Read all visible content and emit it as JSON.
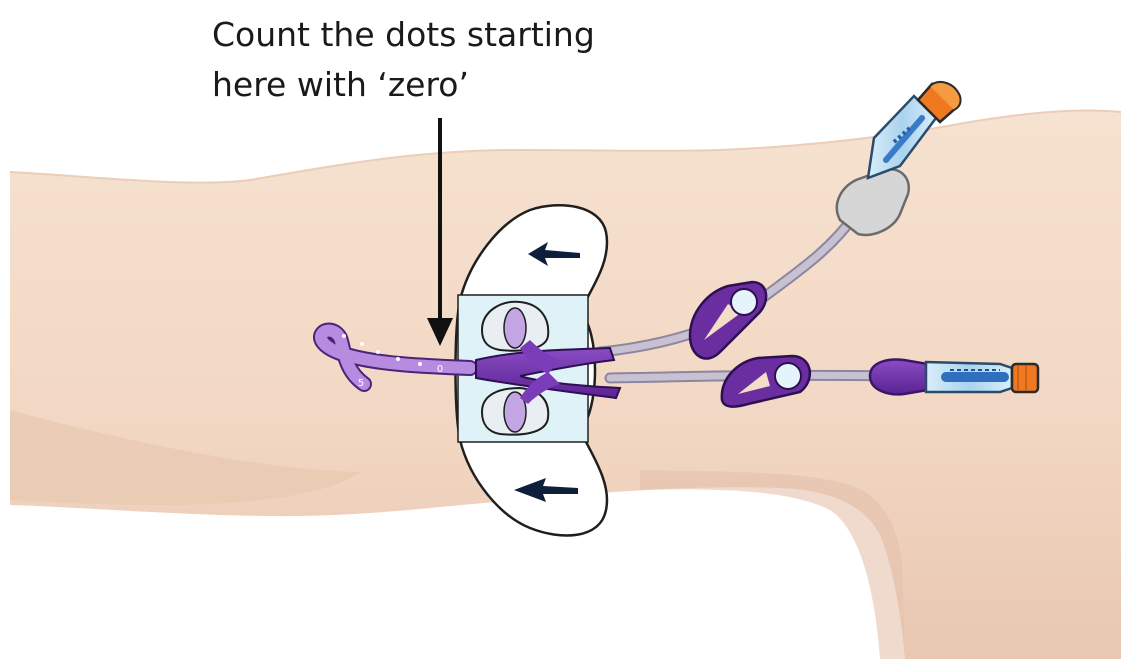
{
  "caption": {
    "line1": "Count the dots starting",
    "line2": "here with ‘zero’"
  },
  "catheter_marks": {
    "zero_mark": "0",
    "five_mark": "5"
  },
  "colors": {
    "skin": "#f3dcc8",
    "skin_shadow": "#e8c8b2",
    "catheter_purple": "#6a2ea0",
    "catheter_light": "#b68be0",
    "tubing": "#b9b3c4",
    "dressing": "#ffffff",
    "dressing_window": "#dff2f8",
    "arrow_dark": "#0d1f3a",
    "cap_orange": "#f07820",
    "hub_blue": "#b9dcf2"
  },
  "icons": {
    "pointer": "down-arrow-icon",
    "dressing_arrows": "left-arrow-icon"
  }
}
